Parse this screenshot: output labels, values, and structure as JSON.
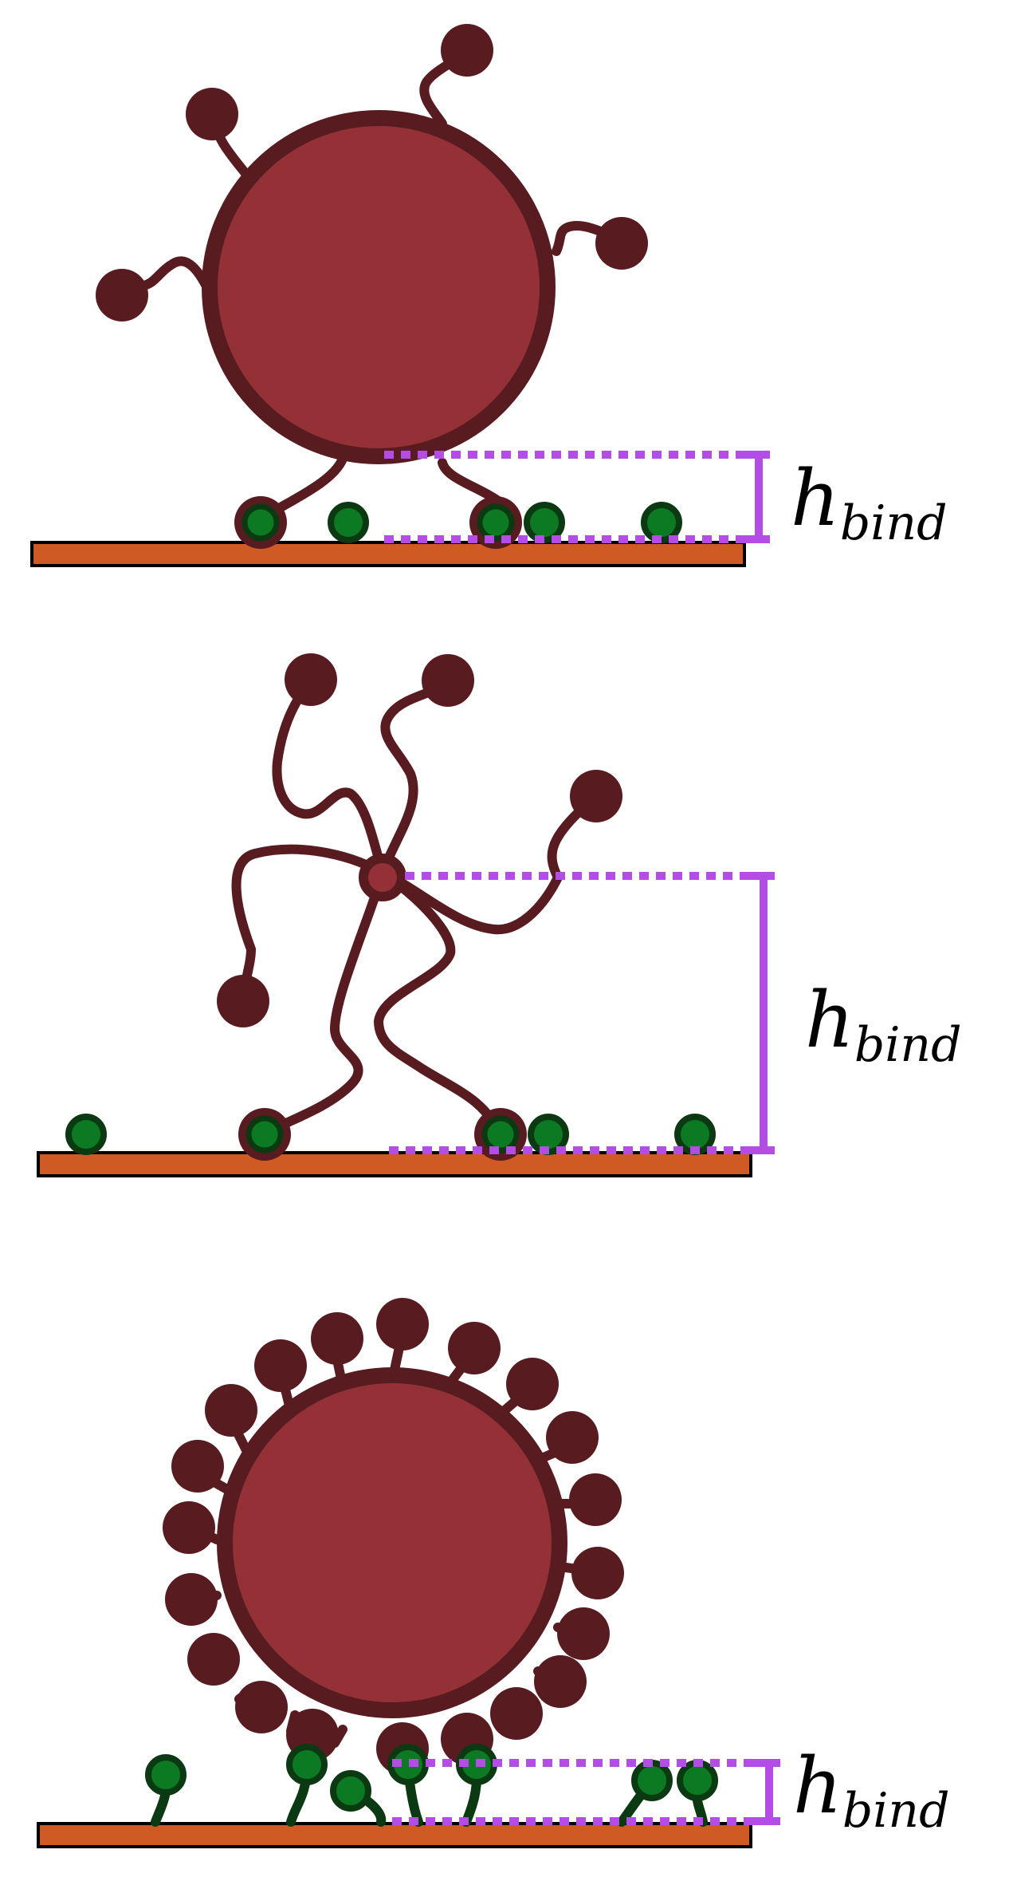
{
  "labels": {
    "panel1": {
      "main": "h",
      "sub": "bind"
    },
    "panel2": {
      "main": "h",
      "sub": "bind"
    },
    "panel3": {
      "main": "h",
      "sub": "bind"
    }
  },
  "colors": {
    "particle_fill": "#943136",
    "particle_stroke": "#571b20",
    "ligand": "#571b20",
    "receptor_fill": "#0b7a22",
    "receptor_stroke": "#0b3a12",
    "surface_fill": "#d05a24",
    "surface_stroke": "#000000",
    "measure": "#b34de6"
  }
}
